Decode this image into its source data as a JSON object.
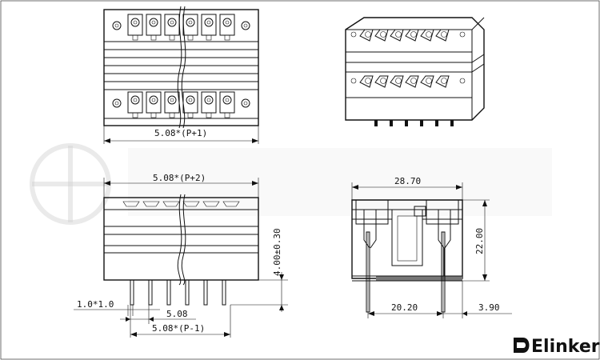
{
  "dimensions": {
    "top_view_width": "5.08*(P+1)",
    "front_view_width": "5.08*(P+2)",
    "pin_height": "4.00±0.30",
    "pin_size": "1.0*1.0",
    "pitch": "5.08",
    "pin_span": "5.08*(P-1)",
    "side_width": "28.70",
    "side_height": "22.00",
    "side_base": "20.20",
    "side_offset": "3.90"
  },
  "brand": {
    "name": "Elinker"
  }
}
